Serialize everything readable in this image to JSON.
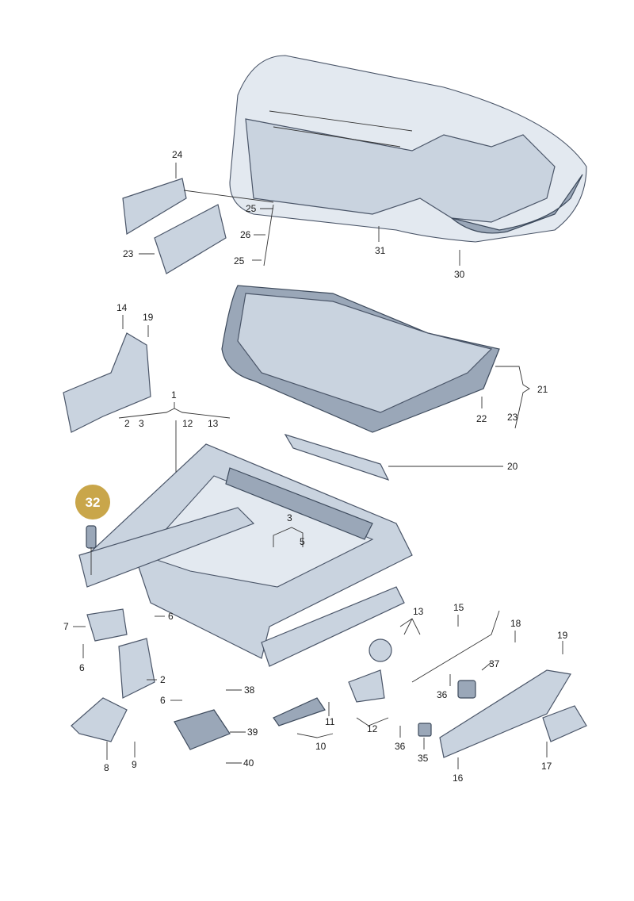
{
  "labels": {
    "l1": "1",
    "l2a": "2",
    "l3a": "3",
    "l12a": "12",
    "l13a": "13",
    "l2b": "2",
    "l3b": "3",
    "l5": "5",
    "l6a": "6",
    "l6b": "6",
    "l6c": "6",
    "l7": "7",
    "l8": "8",
    "l9": "9",
    "l10": "10",
    "l11": "11",
    "l12b": "12",
    "l13b": "13",
    "l14": "14",
    "l15": "15",
    "l16": "16",
    "l17": "17",
    "l18": "18",
    "l19a": "19",
    "l19b": "19",
    "l20": "20",
    "l21": "21",
    "l22": "22",
    "l23a": "23",
    "l23b": "23",
    "l24": "24",
    "l25a": "25",
    "l25b": "25",
    "l26": "26",
    "l30": "30",
    "l31": "31",
    "l32": "32",
    "l35": "35",
    "l36a": "36",
    "l36b": "36",
    "l37": "37",
    "l38": "38",
    "l39": "39",
    "l40": "40"
  },
  "highlight": {
    "part_number": "32",
    "color": "#c9a64a"
  },
  "colors": {
    "part_fill": "#c9d3df",
    "part_stroke": "#4a5568"
  }
}
